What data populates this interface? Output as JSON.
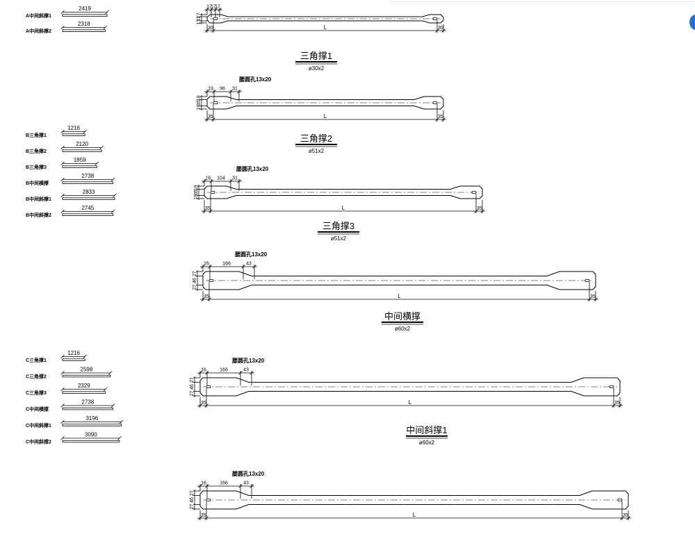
{
  "legend_groups": [
    {
      "items": [
        {
          "label": "A中间斜撑1",
          "value": "2419",
          "len": 2419
        },
        {
          "label": "A中间斜撑2",
          "value": "2318",
          "len": 2318
        }
      ]
    },
    {
      "items": [
        {
          "label": "B三角撑1",
          "value": "1216",
          "len": 1216
        },
        {
          "label": "B三角撑2",
          "value": "2120",
          "len": 2120
        },
        {
          "label": "B三角撑3",
          "value": "1859",
          "len": 1859
        },
        {
          "label": "B中间横撑",
          "value": "2738",
          "len": 2738
        },
        {
          "label": "B中间斜撑1",
          "value": "2833",
          "len": 2833
        },
        {
          "label": "B中间斜撑2",
          "value": "2745",
          "len": 2745
        }
      ]
    },
    {
      "items": [
        {
          "label": "C三角撑1",
          "value": "1216",
          "len": 1216
        },
        {
          "label": "C三角撑2",
          "value": "2598",
          "len": 2598
        },
        {
          "label": "C三角撑3",
          "value": "2329",
          "len": 2329
        },
        {
          "label": "C中间横撑",
          "value": "2738",
          "len": 2738
        },
        {
          "label": "C中间斜撑1",
          "value": "3196",
          "len": 3196
        },
        {
          "label": "C中间斜撑2",
          "value": "3090",
          "len": 3090
        }
      ]
    }
  ],
  "parts": [
    {
      "dims_top": [
        "17",
        "17",
        "17"
      ],
      "end_left": "30",
      "end_right": "30",
      "length_label": "L"
    },
    {
      "title": "三角撑1",
      "spec": "ø30x2",
      "hole_note": "腰圆孔13x20",
      "dims_top": [
        "19",
        "96",
        "31"
      ],
      "dims_side": [
        "19",
        "35",
        "19"
      ],
      "end_left": "35",
      "end_right": "35",
      "length_label": "L"
    },
    {
      "title": "三角撑2",
      "spec": "ø51x2",
      "hole_note": "腰圆孔13x20",
      "dims_top": [
        "19",
        "104",
        "31"
      ],
      "dims_side": [
        "19",
        "35",
        "19"
      ],
      "end_left": "35",
      "end_right": "35",
      "length_label": "L"
    },
    {
      "title": "三角撑3",
      "spec": "ø51x2",
      "hole_note": "腰圆孔13x20",
      "dims_top": [
        "16",
        "166",
        "43"
      ],
      "dims_side": [
        "27",
        "46",
        "27"
      ],
      "end_left": "35",
      "end_right": "35",
      "length_label": "L"
    },
    {
      "title": "中间横撑",
      "spec": "ø60x2",
      "hole_note": "腰圆孔13x20",
      "dims_top": [
        "16",
        "166",
        "43"
      ],
      "dims_side": [
        "27",
        "46",
        "27"
      ],
      "end_left": "35",
      "end_right": "35",
      "length_label": "L"
    },
    {
      "title": "中间斜撑1",
      "spec": "ø60x2",
      "hole_note": "腰圆孔13x20",
      "dims_top": [
        "16",
        "166",
        "43"
      ],
      "dims_side": [
        "27",
        "46",
        "27"
      ],
      "end_left": "35",
      "end_right": "35",
      "length_label": "L"
    }
  ]
}
